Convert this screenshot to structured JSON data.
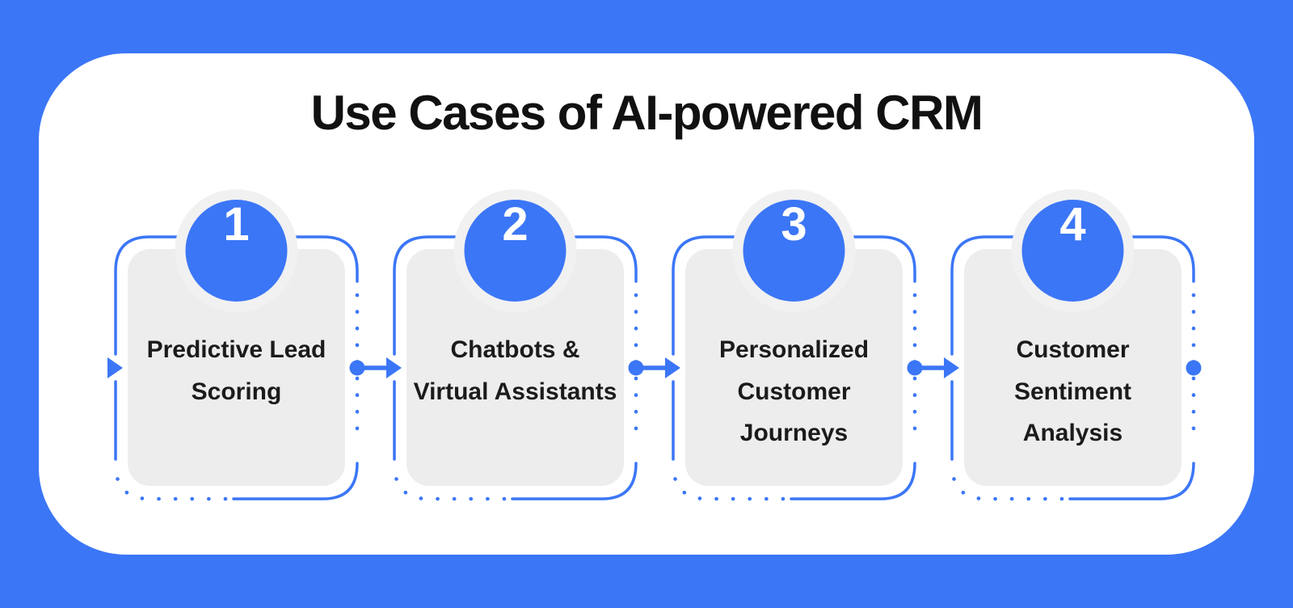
{
  "title": "Use Cases of AI-powered CRM",
  "theme": {
    "background_blue": "#3B76F6",
    "accent_blue": "#3B76F6",
    "panel_white": "#FFFFFF",
    "card_gray": "#EDEDEE",
    "badge_ring_gray": "#F1F1F2",
    "number_white": "#FFFFFF",
    "text_black": "#1B1B1C",
    "title_black": "#111111"
  },
  "steps": [
    {
      "number": "1",
      "label": "Predictive Lead Scoring",
      "lines": [
        "Predictive Lead",
        "Scoring"
      ]
    },
    {
      "number": "2",
      "label": "Chatbots & Virtual Assistants",
      "lines": [
        "Chatbots &",
        "Virtual Assistants"
      ]
    },
    {
      "number": "3",
      "label": "Personalized Customer Journeys",
      "lines": [
        "Personalized",
        "Customer",
        "Journeys"
      ]
    },
    {
      "number": "4",
      "label": "Customer Sentiment Analysis",
      "lines": [
        "Customer",
        "Sentiment",
        "Analysis"
      ]
    }
  ]
}
